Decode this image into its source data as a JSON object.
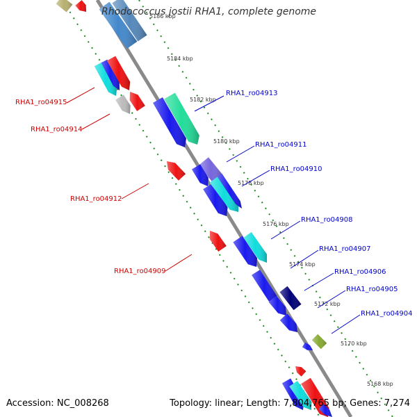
{
  "map": {
    "title": "Rhodococcus jostii RHA1, complete genome",
    "accession_label": "Accession:",
    "accession": "NC_008268",
    "topology_label": "Topology:",
    "topology": "linear",
    "length_label": "Length:",
    "length": "7,804,765 bp",
    "genes_label": "Genes:",
    "genes": "7,274"
  },
  "scale": {
    "ticks": [
      "5186 kbp",
      "5184 kbp",
      "5182 kbp",
      "5180 kbp",
      "5178 kbp",
      "5176 kbp",
      "5174 kbp",
      "5172 kbp",
      "5170 kbp",
      "5168 kbp"
    ]
  },
  "genes_left": [
    {
      "label": "RHA1_ro04915",
      "color": "#cc0000"
    },
    {
      "label": "RHA1_ro04914",
      "color": "#cc0000"
    },
    {
      "label": "RHA1_ro04912",
      "color": "#cc0000"
    },
    {
      "label": "RHA1_ro04909",
      "color": "#cc0000"
    }
  ],
  "genes_right": [
    {
      "label": "RHA1_ro04913",
      "color": "#0000cc"
    },
    {
      "label": "RHA1_ro04911",
      "color": "#0000cc"
    },
    {
      "label": "RHA1_ro04910",
      "color": "#0000cc"
    },
    {
      "label": "RHA1_ro04908",
      "color": "#0000cc"
    },
    {
      "label": "RHA1_ro04907",
      "color": "#0000cc"
    },
    {
      "label": "RHA1_ro04906",
      "color": "#0000cc"
    },
    {
      "label": "RHA1_ro04905",
      "color": "#0000cc"
    },
    {
      "label": "RHA1_ro04904",
      "color": "#0000cc"
    }
  ],
  "colors": {
    "backbone": "#8a8a8a",
    "tick_dots": "#1a8a1a",
    "forward_gene": "#1a1aee",
    "reverse_gene": "#ee1111",
    "cyan_gene": "#11dddd",
    "green_gene": "#22dd99",
    "gray_gene": "#bbbbbb",
    "navy_gene": "#000077",
    "purple_gene": "#7766dd",
    "olive_gene": "#88aa33"
  }
}
